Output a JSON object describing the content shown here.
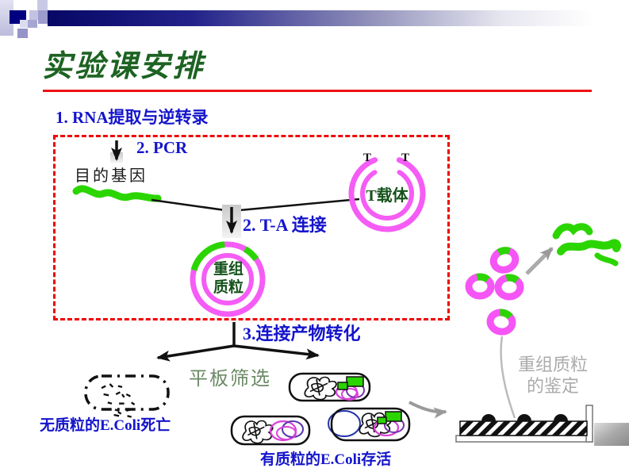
{
  "slide": {
    "title": "实验课安排",
    "step1": "1. RNA提取与逆转录",
    "step2": "2. PCR",
    "target_gene": "目的基因",
    "t_left": "T",
    "t_right": "T",
    "t_vector": "T载体",
    "step_ta": "2. T-A 连接",
    "recombinant_line1": "重组",
    "recombinant_line2": "质粒",
    "step3": "3.连接产物转化",
    "plate_screening": "平板筛选",
    "no_plasmid_caption": "无质粒的E.Coli死亡",
    "with_plasmid_caption": "有质粒的E.Coli存活",
    "identification_line1": "重组质粒",
    "identification_line2": "的鉴定",
    "colors": {
      "step_text_blue": "#1414CC",
      "title_green": "#1D6322",
      "label_dark_green": "#14521A",
      "plasmid_magenta": "#F55CF5",
      "insert_green": "#2BD500",
      "box_red": "#EE0000",
      "identification_gray": "#ABABAB",
      "plate_text_green": "#6B8A66"
    }
  }
}
